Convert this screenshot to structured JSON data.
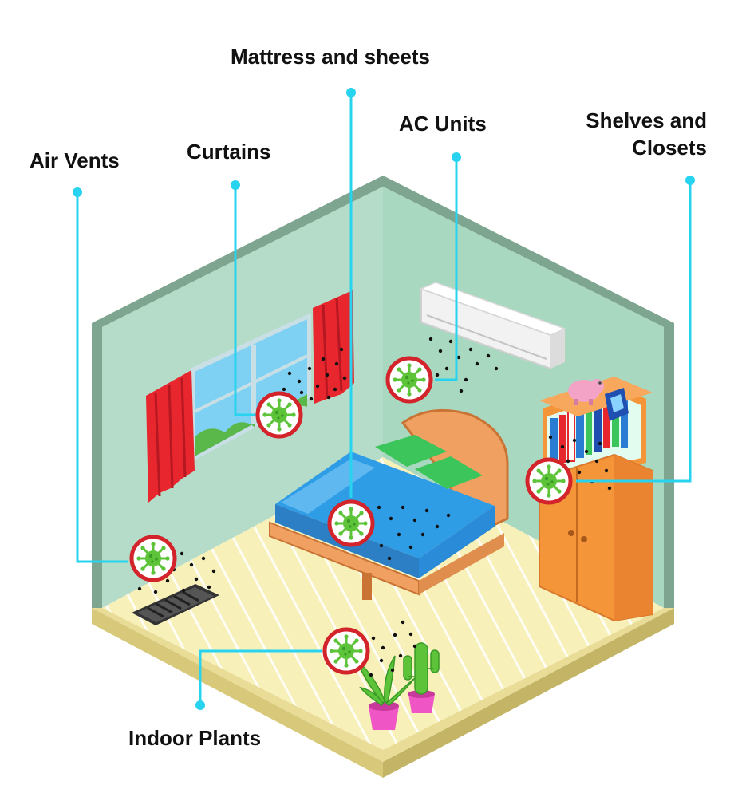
{
  "labels": {
    "mattress": "Mattress and sheets",
    "ac_units": "AC Units",
    "shelves": "Shelves and Closets",
    "curtains": "Curtains",
    "air_vents": "Air Vents",
    "indoor_plants": "Indoor Plants"
  },
  "colors": {
    "callout_line": "#27d3ee",
    "germ_ring": "#d3232b",
    "germ_body": "#5dc43a",
    "wall_left": "#b5dcc8",
    "wall_back": "#a8d8c0",
    "floor": "#f7f0b9",
    "bed_frame": "#f0a060",
    "sheet": "#2f9de6",
    "pillow": "#3cc55a",
    "cabinet": "#f5953a",
    "curtain": "#e8262e",
    "pot": "#ef55c4"
  },
  "icons": [
    "germ-icon",
    "pink-piggy-bank-icon",
    "photo-frame-icon",
    "floor-vent-icon",
    "air-conditioner-icon"
  ]
}
